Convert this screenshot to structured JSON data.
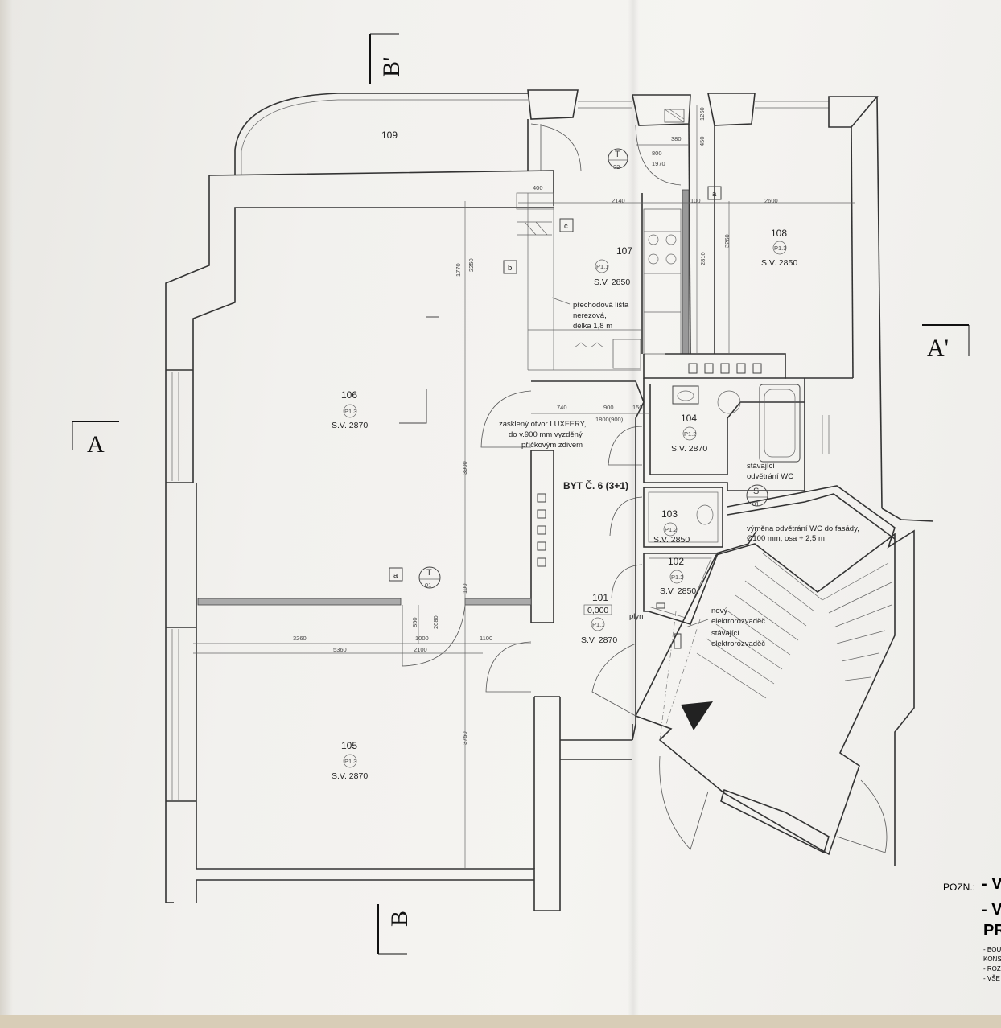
{
  "sections": {
    "a_left": "A",
    "a_right": "A'",
    "b_top": "B'",
    "b_bottom": "B"
  },
  "rooms": {
    "r109": {
      "num": "109"
    },
    "r108": {
      "num": "108",
      "code": "P1.3",
      "sv": "S.V. 2850"
    },
    "r107": {
      "num": "107",
      "code": "P1.1",
      "sv": "S.V. 2850"
    },
    "r106": {
      "num": "106",
      "code": "P1.3",
      "sv": "S.V. 2870"
    },
    "r105": {
      "num": "105",
      "code": "P1.3",
      "sv": "S.V. 2870"
    },
    "r104": {
      "num": "104",
      "code": "P1.2",
      "sv": "S.V. 2870"
    },
    "r103": {
      "num": "103",
      "code": "P1.2",
      "sv": "S.V. 2850"
    },
    "r102": {
      "num": "102",
      "code": "P1.2",
      "sv": "S.V. 2850"
    },
    "r101": {
      "num": "101",
      "level": "0,000",
      "code": "P1.1",
      "sv": "S.V. 2870"
    }
  },
  "apartment_label": "BYT Č. 6 (3+1)",
  "tags": {
    "t02": {
      "letter": "T",
      "num": "02"
    },
    "t01": {
      "letter": "T",
      "num": "01"
    },
    "s01": {
      "letter": "S",
      "num": "01"
    },
    "a1": "a",
    "a2": "a",
    "b": "b",
    "c": "c"
  },
  "notes": {
    "prechodova_1": "přechodová lišta",
    "prechodova_2": "nerezová,",
    "prechodova_3": "délka 1,8 m",
    "luxfery_1": "zasklený otvor LUXFERY,",
    "luxfery_2": "do v.900 mm vyzděný",
    "luxfery_3": "příčkovým zdivem",
    "odvetrani_1": "stávající",
    "odvetrani_2": "odvětrání WC",
    "vymena_1": "výměna odvětrání WC do fasády,",
    "vymena_2": "Ø100 mm, osa + 2,5 m",
    "plyn": "plyn",
    "rozvadec_1": "nový",
    "rozvadec_2": "elektrorozvaděč",
    "rozvadec_3": "stávající",
    "rozvadec_4": "elektrorozvaděč"
  },
  "dims": {
    "d400": "400",
    "d2140": "2140",
    "d100a": "100",
    "d2600": "2600",
    "d380": "380",
    "d1260": "1260",
    "d450": "450",
    "d800": "800",
    "d1970": "1970",
    "d2810": "2810",
    "d3260v": "3260",
    "d1770": "1770",
    "d2250": "2250",
    "d3900": "3900",
    "d740": "740",
    "d900": "900",
    "d1800": "1800(900)",
    "d150": "150",
    "d3260h": "3260",
    "d5360": "5360",
    "d1000": "1000",
    "d2100": "2100",
    "d1100": "1100",
    "d850": "850",
    "d2080": "2080",
    "d100b": "100",
    "d3750": "3750"
  },
  "poznamka": {
    "label": "POZN.:",
    "line1": "- V",
    "line2": "- V",
    "line3": "PR",
    "small1": "- BOU",
    "small2": "KONS",
    "small3": "- ROZ",
    "small4": "- VŠE"
  }
}
